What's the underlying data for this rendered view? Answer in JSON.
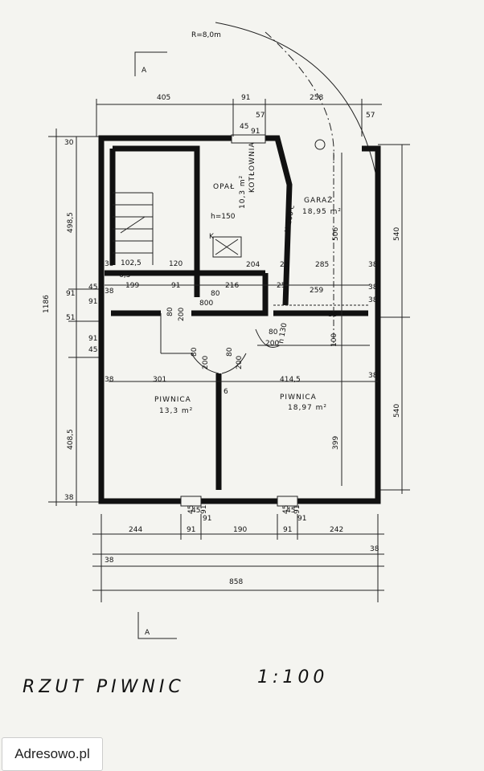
{
  "section_marks": [
    "A",
    "A"
  ],
  "radius_note": "R=8,0m",
  "top_dims": [
    "405",
    "91",
    "258",
    "57",
    "57",
    "45",
    "91"
  ],
  "left_dims": [
    "1186",
    "30",
    "498,5",
    "91",
    "45",
    "91",
    "45",
    "91",
    "408,5",
    "38",
    "51"
  ],
  "right_dims": [
    "540",
    "540"
  ],
  "bottom_dims": [
    "244",
    "91",
    "190",
    "91",
    "242",
    "38",
    "38",
    "858",
    "45",
    "91",
    "45",
    "91"
  ],
  "inner_dims": [
    "102,5",
    "120",
    "38",
    "204",
    "25",
    "285",
    "38",
    "6,3",
    "199",
    "91",
    "216",
    "25",
    "259",
    "80",
    "800",
    "80",
    "200",
    "200",
    "80",
    "80",
    "200",
    "80",
    "200",
    "38",
    "100",
    "301",
    "414,5",
    "38",
    "6",
    "506",
    "399",
    "45",
    "91",
    "45",
    "91",
    "38",
    "38",
    "38",
    "38"
  ],
  "rooms": [
    {
      "name": "OPAŁ",
      "area": ""
    },
    {
      "name": "KOTŁOWNIA",
      "area": "10,3 m²"
    },
    {
      "name": "GARAŻ",
      "area": "18,95 m²"
    },
    {
      "name": "PIWNICA",
      "area": "13,3 m²"
    },
    {
      "name": "PIWNICA",
      "area": "18,97 m²"
    }
  ],
  "annotations": [
    "h=150",
    "K",
    "H 100 c",
    "h 130"
  ],
  "title": "RZUT PIWNIC",
  "scale": "1:100",
  "watermark": "Adresowo.pl"
}
